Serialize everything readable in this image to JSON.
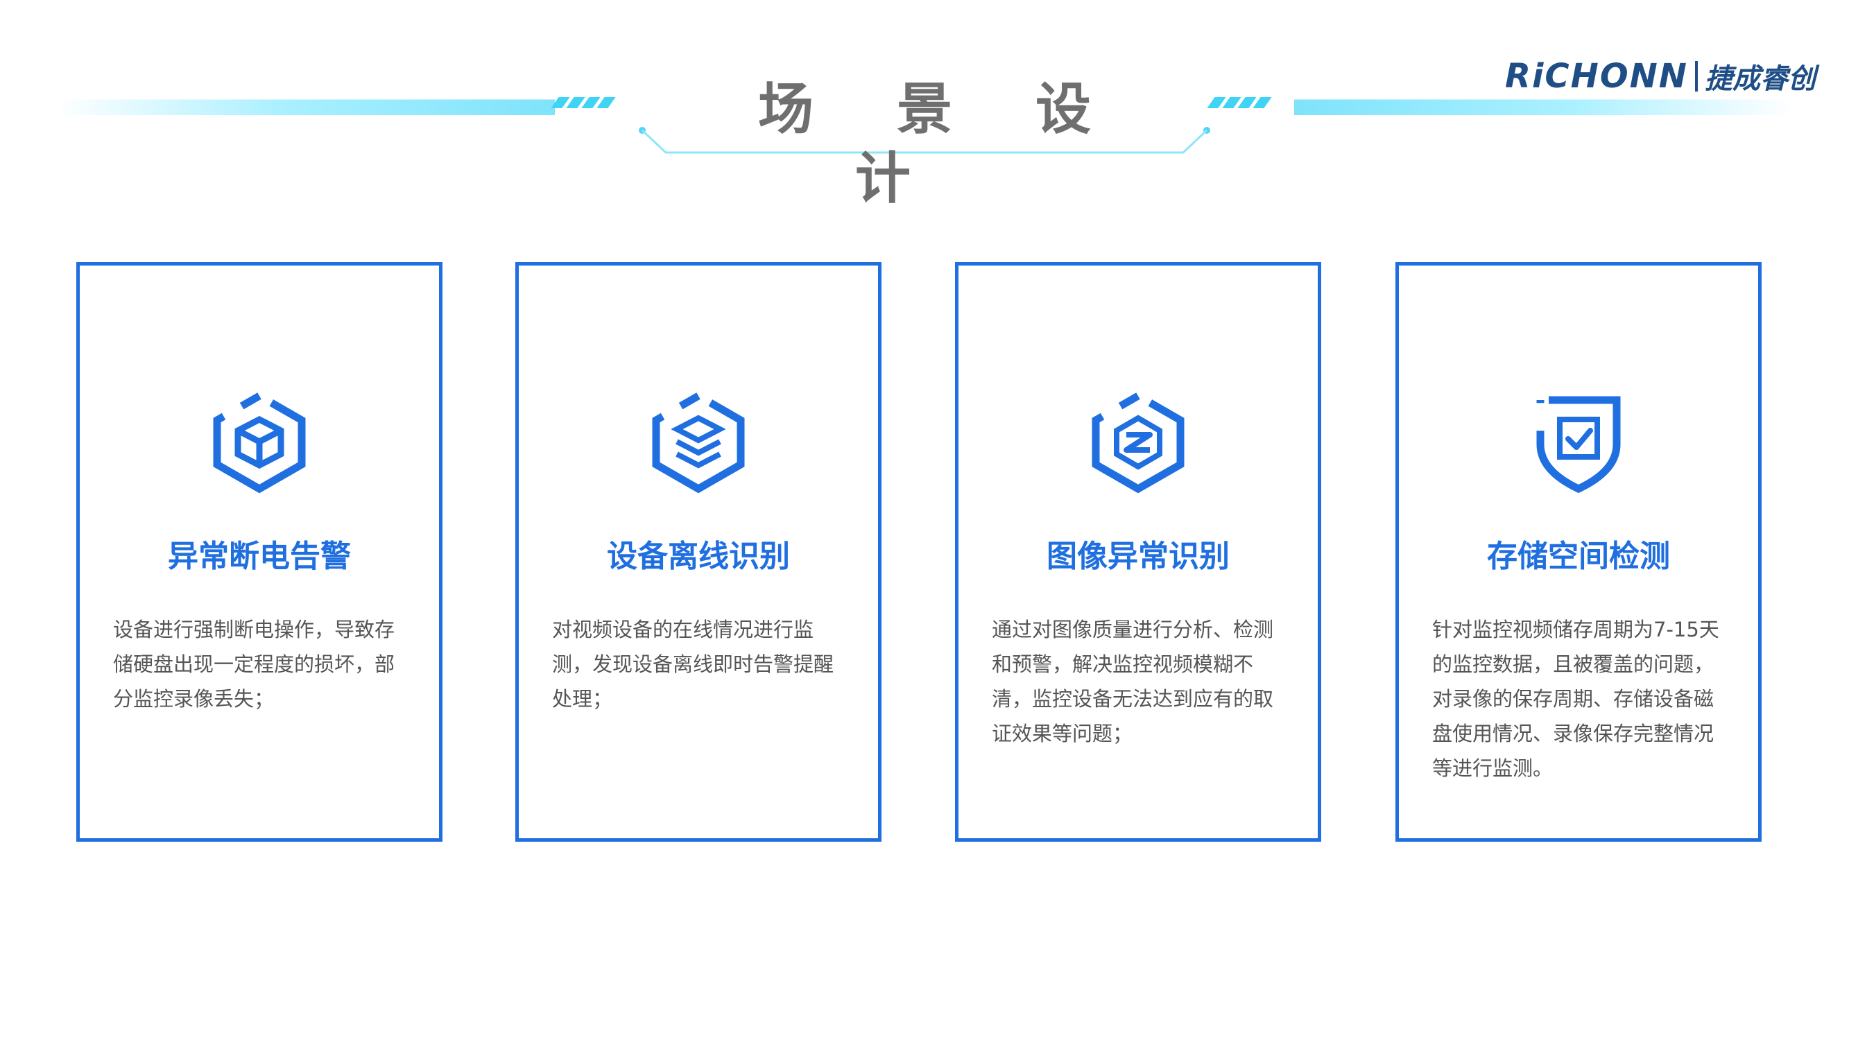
{
  "header": {
    "title": "场景设计",
    "logo_en": "RiCHONN",
    "logo_cn": "捷成睿创"
  },
  "cards": [
    {
      "icon": "cube-icon",
      "title": "异常断电告警",
      "description": "设备进行强制断电操作，导致存储硬盘出现一定程度的损坏，部分监控录像丢失；"
    },
    {
      "icon": "layers-icon",
      "title": "设备离线识别",
      "description": "对视频设备的在线情况进行监测，发现设备离线即时告警提醒处理；"
    },
    {
      "icon": "image-quality-icon",
      "title": "图像异常识别",
      "description": "通过对图像质量进行分析、检测和预警，解决监控视频模糊不清，监控设备无法达到应有的取证效果等问题；"
    },
    {
      "icon": "shield-check-icon",
      "title": "存储空间检测",
      "description": "针对监控视频储存周期为7-15天的监控数据，且被覆盖的问题，对录像的保存周期、存储设备磁盘使用情况、录像保存完整情况等进行监测。"
    }
  ],
  "colors": {
    "accent": "#1f6fe0",
    "title_gray": "#6f6f6f",
    "logo_navy": "#1f4e86",
    "deco_cyan": "#3fd3f5"
  }
}
